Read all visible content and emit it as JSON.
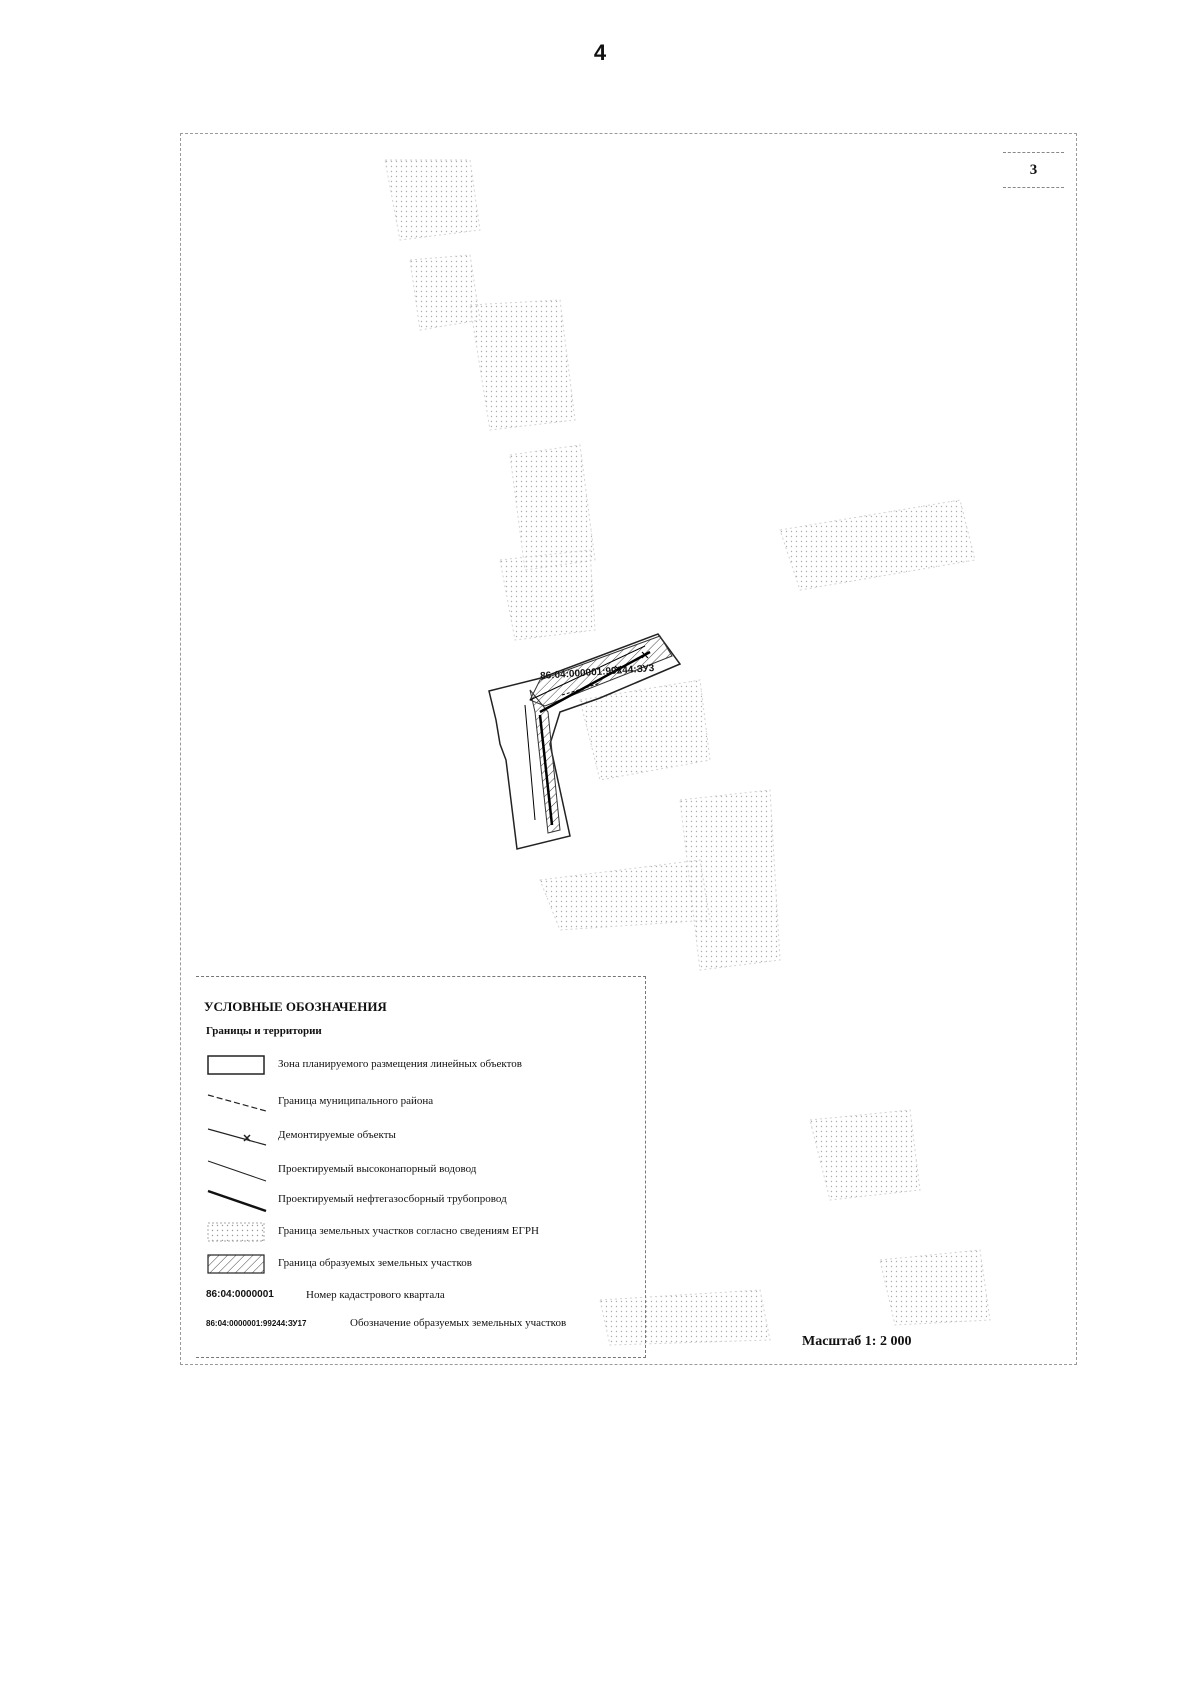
{
  "page": {
    "number": "4",
    "sheet": "3"
  },
  "map": {
    "plot_label": "86:04:000001:99244:ЗУ3",
    "scale": "Масштаб 1: 2 000"
  },
  "legend": {
    "title": "УСЛОВНЫЕ ОБОЗНАЧЕНИЯ",
    "subtitle": "Границы и территории",
    "items": [
      {
        "symbol": "rect-outline",
        "label": "Зона планируемого размещения линейных объектов"
      },
      {
        "symbol": "dashed-line",
        "label": "Граница муниципального района"
      },
      {
        "symbol": "cross-line",
        "label": "Демонтируемые объекты"
      },
      {
        "symbol": "thin-line",
        "label": "Проектируемый высоконапорный водовод"
      },
      {
        "symbol": "thick-line",
        "label": "Проектируемый нефтегазосборный трубопровод"
      },
      {
        "symbol": "dotted-area",
        "label": "Граница земельных участков согласно сведениям ЕГРН"
      },
      {
        "symbol": "hatched-area",
        "label": "Граница образуемых земельных участков"
      },
      {
        "symbol": "text-code",
        "code": "86:04:0000001",
        "label": "Номер кадастрового квартала"
      },
      {
        "symbol": "text-code-small",
        "code": "86:04:0000001:99244:ЗУ17",
        "label": "Обозначение образуемых земельных участков"
      }
    ]
  }
}
